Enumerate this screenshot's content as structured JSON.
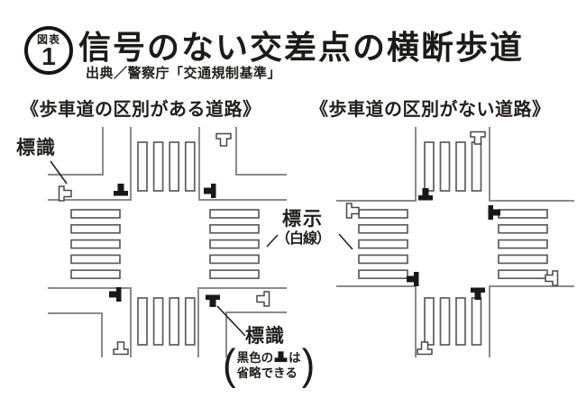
{
  "figure_badge": {
    "label": "図表",
    "number": "1"
  },
  "header": {
    "title": "信号のない交差点の横断歩道",
    "source": "出典／警察庁「交通規制基準」"
  },
  "section_headings": {
    "left": "《歩車道の区別がある道路》",
    "right": "《歩車道の区別がない道路》"
  },
  "annotations": {
    "sign_label_top_left": "標識",
    "marking_label_line1": "標示",
    "marking_label_line2": "（白線）",
    "sign_label_bottom": "標識",
    "note_open_paren": "(",
    "note_line1_before_icon": "黒色の",
    "note_line1_after_icon": "は",
    "note_line2": "省略できる",
    "note_close_paren": ")"
  },
  "icons": {
    "white_sign": "crosswalk-sign-outline-icon",
    "black_sign": "crosswalk-sign-filled-icon"
  },
  "colors": {
    "ink": "#221e1d",
    "road_line": "#8a8a8a",
    "stripe_outline": "#5c5c5c",
    "sign_black": "#1a1716",
    "background": "#ffffff"
  }
}
